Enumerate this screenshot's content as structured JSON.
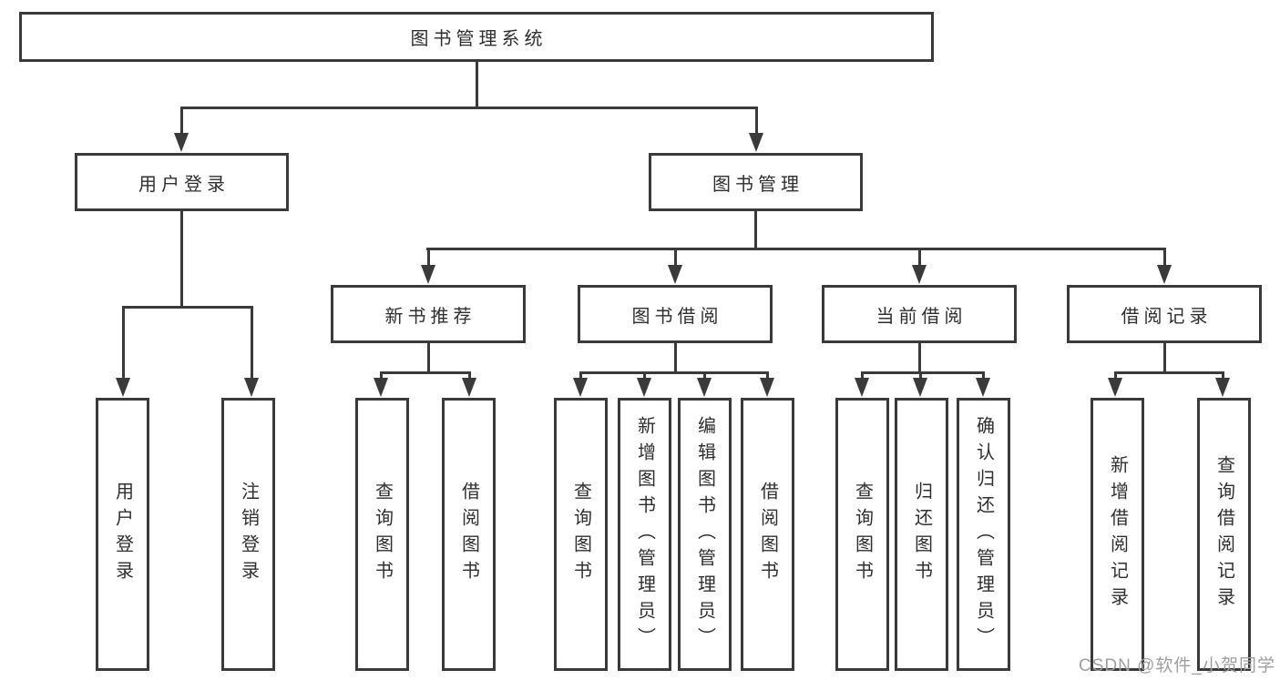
{
  "tree": {
    "root": {
      "label": "图书管理系统"
    },
    "user_login_branch": {
      "label": "用户登录",
      "children": [
        "用户登录",
        "注销登录"
      ]
    },
    "book_mgmt_branch": {
      "label": "图书管理",
      "children": [
        {
          "label": "新书推荐",
          "children": [
            "查询图书",
            "借阅图书"
          ]
        },
        {
          "label": "图书借阅",
          "children": [
            "查询图书",
            "新增图书（管理员）",
            "编辑图书（管理员）",
            "借阅图书"
          ]
        },
        {
          "label": "当前借阅",
          "children": [
            "查询图书",
            "归还图书",
            "确认归还（管理员）"
          ]
        },
        {
          "label": "借阅记录",
          "children": [
            "新增借阅记录",
            "查询借阅记录"
          ]
        }
      ]
    }
  },
  "watermark": {
    "text": "CSDN @软件_小贺同学"
  },
  "colors": {
    "line": "#3a3a3a",
    "text": "#2f2f2f",
    "watermark": "#9e9e9e",
    "bg": "#ffffff"
  }
}
